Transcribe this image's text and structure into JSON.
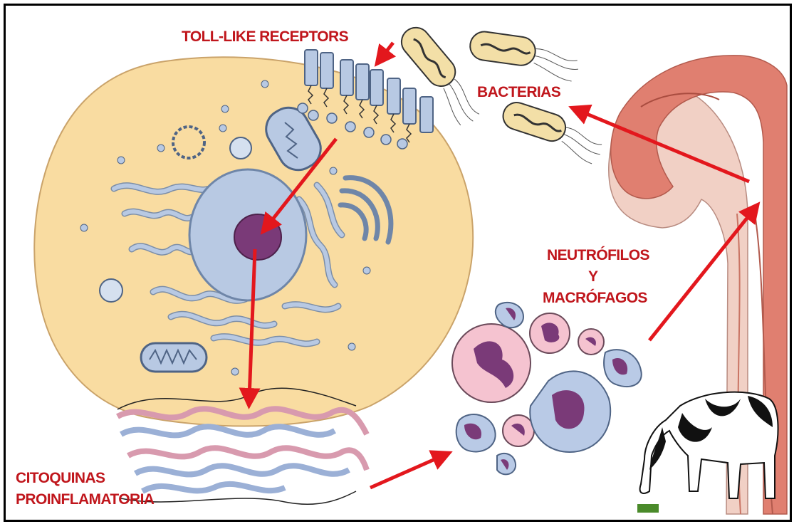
{
  "labels": {
    "toll_like_receptors": "TOLL-LIKE RECEPTORS",
    "bacterias": "BACTERIAS",
    "neutrofilos": "NEUTRÓFILOS",
    "y": "Y",
    "macrofagos": "MACRÓFAGOS",
    "citoquinas": "CITOQUINAS",
    "proinflamatoria": "PROINFLAMATORIA"
  },
  "colors": {
    "arrow": "#e3171d",
    "label_text": "#c0161c",
    "cytoplasm": "#f9dca1",
    "nucleus": "#b8c9e3",
    "nucleolus": "#7a3a78",
    "bacteria": "#f3dfa7",
    "neutrophil": "#f5c3d0",
    "macrophage": "#b9cae6",
    "udder_tissue": "#e07f70"
  }
}
